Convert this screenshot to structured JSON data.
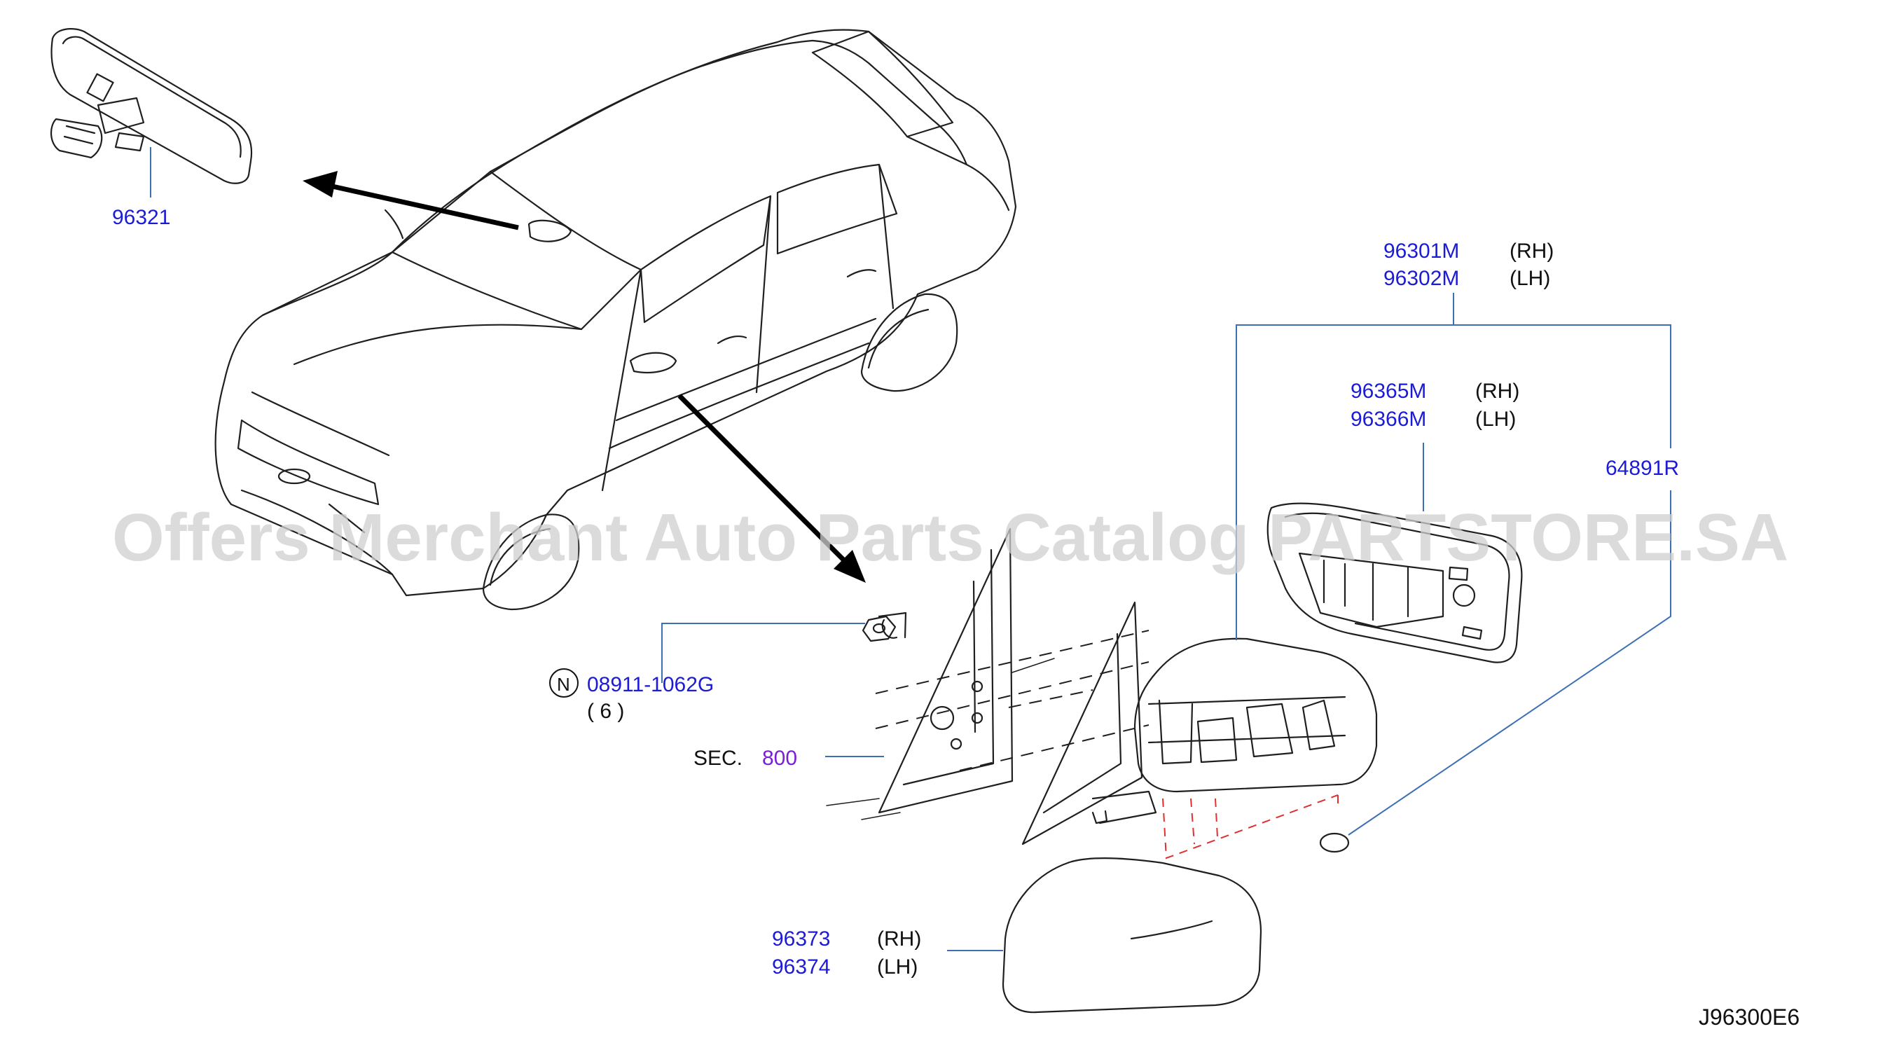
{
  "parts": {
    "p96321": "96321",
    "p96301m": "96301M",
    "p96302m": "96302M",
    "p96365m": "96365M",
    "p96366m": "96366M",
    "p64891r": "64891R",
    "p08911": "08911-1062G",
    "p96373": "96373",
    "p96374": "96374"
  },
  "sides": {
    "rh": "(RH)",
    "lh": "(LH)"
  },
  "nut": {
    "symbol": "N",
    "qty": "(  6  )"
  },
  "section": {
    "prefix": "SEC.",
    "number": "800"
  },
  "diagram_code": "J96300E6",
  "watermark": "Offers Merchant Auto Parts Catalog PARTSTORE.SA",
  "colors": {
    "part_link": "#1c1cd6",
    "section_link": "#7a1fd1",
    "leader": "#3d6fb5",
    "hidden_line": "#e03030"
  }
}
